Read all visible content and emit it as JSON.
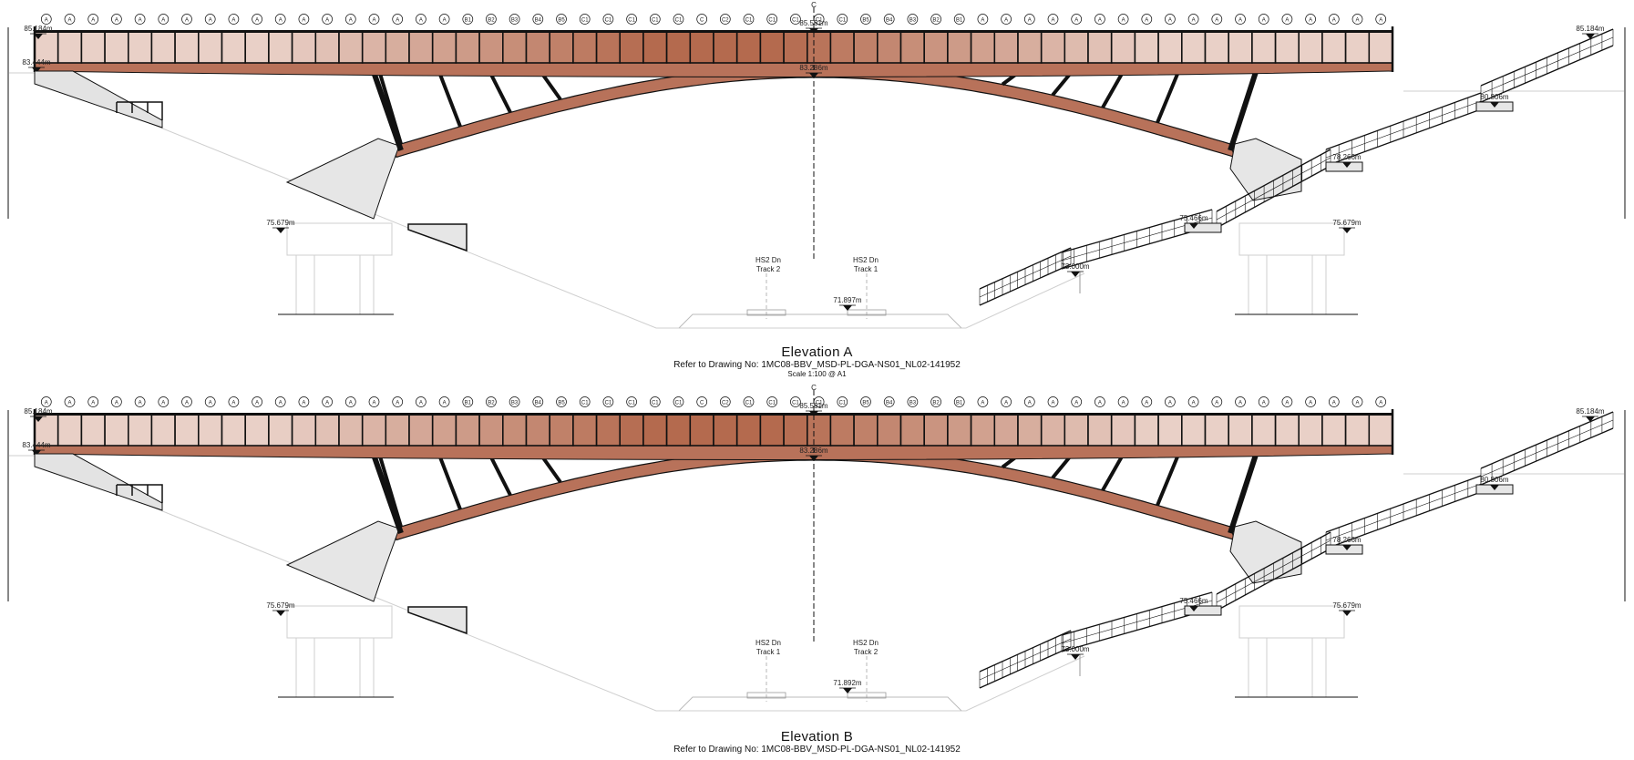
{
  "colors": {
    "deck_dark": "#b46a4e",
    "deck_light": "#e7cfc6",
    "arch": "#b8725a",
    "line": "#111111",
    "ground": "#cfcfcf",
    "water_hatch": "#2f8f84"
  },
  "panel_markers": [
    "A",
    "A",
    "A",
    "A",
    "A",
    "A",
    "A",
    "A",
    "A",
    "A",
    "A",
    "A",
    "A",
    "A",
    "A",
    "A",
    "A",
    "A",
    "B1",
    "B2",
    "B3",
    "B4",
    "B5",
    "C1",
    "C1",
    "C1",
    "C1",
    "C1",
    "C",
    "C2",
    "C1",
    "C1",
    "C1",
    "C1",
    "C1",
    "B5",
    "B4",
    "B3",
    "B2",
    "B1",
    "A",
    "A",
    "A",
    "A",
    "A",
    "A",
    "A",
    "A",
    "A",
    "A",
    "A",
    "A",
    "A",
    "A",
    "A",
    "A",
    "A",
    "A"
  ],
  "elevation_a": {
    "title": "Elevation A",
    "reference": "Refer to Drawing No: 1MC08-BBV_MSD-PL-DGA-NS01_NL02-141952",
    "scale": "Scale 1:100 @ A1",
    "centerline_mark": "C",
    "levels": {
      "deck_left": "85.184m",
      "deck_right": "85.184m",
      "deck_center": "85.561m",
      "soffit_left": "83.444m",
      "soffit_center": "83.286m",
      "abutment_left": "75.679m",
      "abutment_right": "75.679m",
      "rail": "71.897m",
      "landing_upper": "80.806m",
      "landing_mid": "78.266m",
      "landing_lower": "75.466m",
      "landing_low": "73.000m"
    },
    "track_left": "HS2 Dn\nTrack 2",
    "track_right": "HS2 Dn\nTrack 1"
  },
  "elevation_b": {
    "title": "Elevation B",
    "reference": "Refer to Drawing No: 1MC08-BBV_MSD-PL-DGA-NS01_NL02-141952",
    "centerline_mark": "C",
    "levels": {
      "deck_left": "85.184m",
      "deck_right": "85.184m",
      "deck_center": "85.561m",
      "soffit_left": "83.444m",
      "soffit_center": "83.286m",
      "abutment_left": "75.679m",
      "abutment_right": "75.679m",
      "rail": "71.892m",
      "landing_upper": "80.806m",
      "landing_mid": "78.266m",
      "landing_lower": "75.466m",
      "landing_low": "73.000m"
    },
    "track_left": "HS2 Dn\nTrack 1",
    "track_right": "HS2 Dn\nTrack 2"
  }
}
